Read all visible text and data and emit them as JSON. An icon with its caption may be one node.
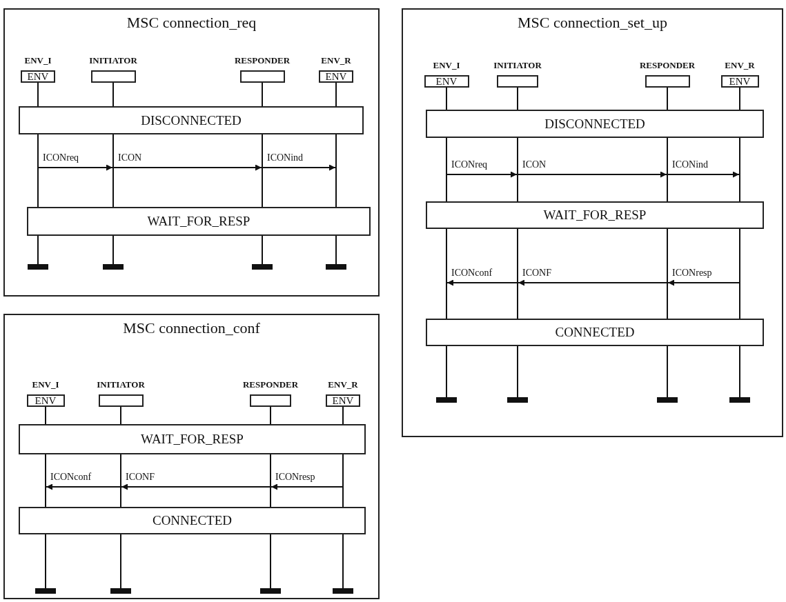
{
  "diagram": {
    "nodes": [
      {
        "text": [
          "MSC connection_req"
        ]
      },
      {
        "text": [
          "ENV_I",
          "ENV"
        ],
        "in": 0
      },
      {
        "text": [
          "INITIATOR"
        ],
        "in": 0
      },
      {
        "text": [
          "RESPONDER"
        ],
        "in": 0
      },
      {
        "text": [
          "ENV_R",
          "ENV"
        ],
        "in": 0
      },
      {
        "text": [],
        "shape": "line",
        "in": 0
      },
      {
        "text": [],
        "shape": "line",
        "in": 0
      },
      {
        "text": [],
        "shape": "line",
        "in": 0
      },
      {
        "text": [],
        "shape": "line",
        "in": 0
      },
      {
        "text": [
          "DISCONNECTED"
        ],
        "in": 0
      },
      {
        "text": [
          "WAIT_FOR_RESP"
        ],
        "in": 0
      },
      {
        "text": [],
        "shape": "bar",
        "in": 0
      },
      {
        "text": [],
        "shape": "bar",
        "in": 0
      },
      {
        "text": [],
        "shape": "bar",
        "in": 0
      },
      {
        "text": [],
        "shape": "bar",
        "in": 0
      },
      {
        "text": [
          "MSC connection_set_up"
        ]
      },
      {
        "text": [
          "ENV_I",
          "ENV"
        ],
        "in": 15
      },
      {
        "text": [
          "INITIATOR"
        ],
        "in": 15
      },
      {
        "text": [
          "RESPONDER"
        ],
        "in": 15
      },
      {
        "text": [
          "ENV_R",
          "ENV"
        ],
        "in": 15
      },
      {
        "text": [],
        "shape": "line",
        "in": 15
      },
      {
        "text": [],
        "shape": "line",
        "in": 15
      },
      {
        "text": [],
        "shape": "line",
        "in": 15
      },
      {
        "text": [],
        "shape": "line",
        "in": 15
      },
      {
        "text": [
          "DISCONNECTED"
        ],
        "in": 15
      },
      {
        "text": [
          "WAIT_FOR_RESP"
        ],
        "in": 15
      },
      {
        "text": [
          "CONNECTED"
        ],
        "in": 15
      },
      {
        "text": [],
        "shape": "bar",
        "in": 15
      },
      {
        "text": [],
        "shape": "bar",
        "in": 15
      },
      {
        "text": [],
        "shape": "bar",
        "in": 15
      },
      {
        "text": [],
        "shape": "bar",
        "in": 15
      },
      {
        "text": [
          "MSC connection_conf"
        ]
      },
      {
        "text": [
          "ENV_I",
          "ENV"
        ],
        "in": 31
      },
      {
        "text": [
          "INITIATOR"
        ],
        "in": 31
      },
      {
        "text": [
          "RESPONDER"
        ],
        "in": 31
      },
      {
        "text": [
          "ENV_R",
          "ENV"
        ],
        "in": 31
      },
      {
        "text": [],
        "shape": "line",
        "in": 31
      },
      {
        "text": [],
        "shape": "line",
        "in": 31
      },
      {
        "text": [],
        "shape": "line",
        "in": 31
      },
      {
        "text": [],
        "shape": "line",
        "in": 31
      },
      {
        "text": [
          "WAIT_FOR_RESP"
        ],
        "in": 31
      },
      {
        "text": [
          "CONNECTED"
        ],
        "in": 31
      },
      {
        "text": [],
        "shape": "bar",
        "in": 31
      },
      {
        "text": [],
        "shape": "bar",
        "in": 31
      },
      {
        "text": [],
        "shape": "bar",
        "in": 31
      },
      {
        "text": [],
        "shape": "bar",
        "in": 31
      }
    ],
    "edges": [
      {
        "from": 5,
        "to": 6,
        "arrow": "to",
        "label": "ICONreq"
      },
      {
        "from": 6,
        "to": 7,
        "arrow": "to",
        "label": "ICON"
      },
      {
        "from": 7,
        "to": 8,
        "arrow": "to",
        "label": "ICONind"
      },
      {
        "from": 20,
        "to": 21,
        "arrow": "to",
        "label": "ICONreq"
      },
      {
        "from": 21,
        "to": 22,
        "arrow": "to",
        "label": "ICON"
      },
      {
        "from": 22,
        "to": 23,
        "arrow": "to",
        "label": "ICONind"
      },
      {
        "from": 23,
        "to": 22,
        "arrow": "to",
        "label": "ICONresp"
      },
      {
        "from": 22,
        "to": 21,
        "arrow": "to",
        "label": "ICONF"
      },
      {
        "from": 21,
        "to": 20,
        "arrow": "to",
        "label": "ICONconf"
      },
      {
        "from": 39,
        "to": 38,
        "arrow": "to",
        "label": "ICONresp"
      },
      {
        "from": 38,
        "to": 37,
        "arrow": "to",
        "label": "ICONF"
      },
      {
        "from": 37,
        "to": 36,
        "arrow": "to",
        "label": "ICONconf"
      }
    ]
  }
}
